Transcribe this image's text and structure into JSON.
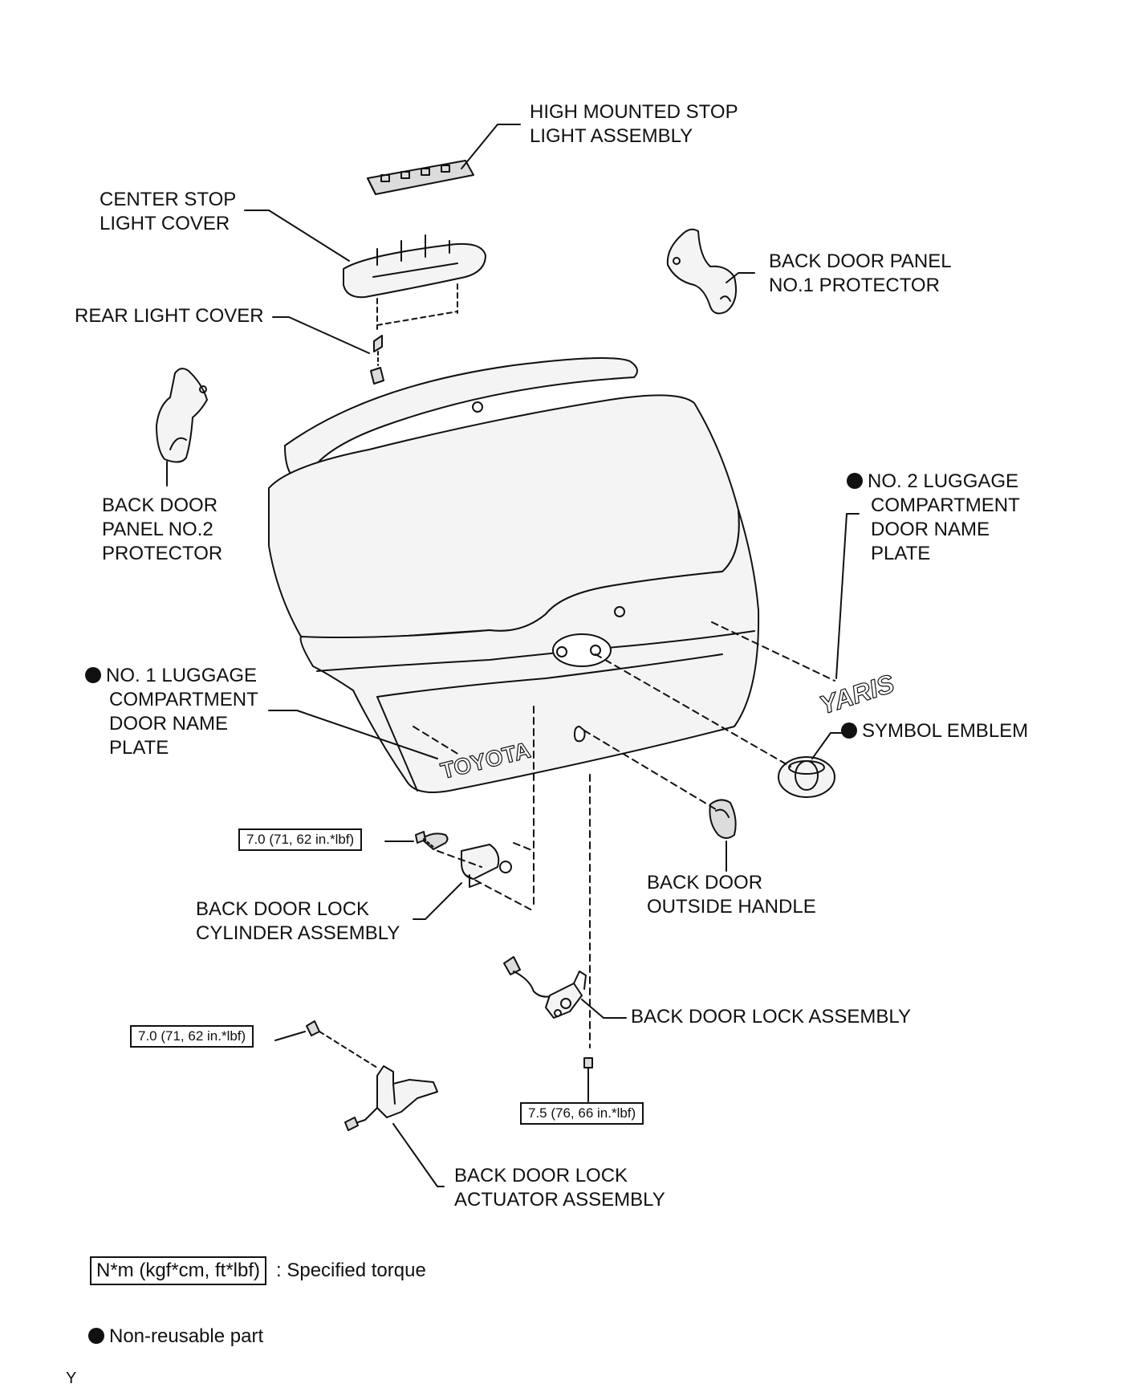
{
  "labels": {
    "high_mounted_stop_light": [
      "HIGH MOUNTED STOP",
      "LIGHT ASSEMBLY"
    ],
    "center_stop_light_cover": [
      "CENTER STOP",
      "LIGHT COVER"
    ],
    "back_door_panel_no1_protector": [
      "BACK DOOR PANEL",
      "NO.1 PROTECTOR"
    ],
    "rear_light_cover": [
      "REAR LIGHT COVER"
    ],
    "back_door_panel_no2_protector": [
      "BACK DOOR",
      "PANEL NO.2",
      "PROTECTOR"
    ],
    "no2_luggage_name_plate": [
      "NO. 2 LUGGAGE",
      "COMPARTMENT",
      "DOOR NAME",
      "PLATE"
    ],
    "no1_luggage_name_plate": [
      "NO. 1 LUGGAGE",
      "COMPARTMENT",
      "DOOR NAME",
      "PLATE"
    ],
    "symbol_emblem": [
      "SYMBOL EMBLEM"
    ],
    "back_door_outside_handle": [
      "BACK DOOR",
      "OUTSIDE HANDLE"
    ],
    "back_door_lock_cylinder": [
      "BACK DOOR LOCK",
      "CYLINDER ASSEMBLY"
    ],
    "back_door_lock_assembly": [
      "BACK DOOR LOCK ASSEMBLY"
    ],
    "back_door_lock_actuator": [
      "BACK DOOR LOCK",
      "ACTUATOR ASSEMBLY"
    ]
  },
  "torques": {
    "lock_cylinder_bolt": "7.0 (71, 62 in.*lbf)",
    "actuator_bolt": "7.0 (71, 62 in.*lbf)",
    "lock_assembly_bolt": "7.5 (76, 66 in.*lbf)"
  },
  "part_text": {
    "toyota_plate": "TOYOTA",
    "yaris_plate": "YARIS"
  },
  "legend": {
    "torque_box": "N*m (kgf*cm, ft*lbf)",
    "torque_text": ": Specified torque",
    "nonreusable_text": "Non-reusable part"
  },
  "corner_code": "Y",
  "colors": {
    "ink": "#111111",
    "part_fill": "#f4f4f4",
    "part_shade": "#dcdcdc"
  }
}
